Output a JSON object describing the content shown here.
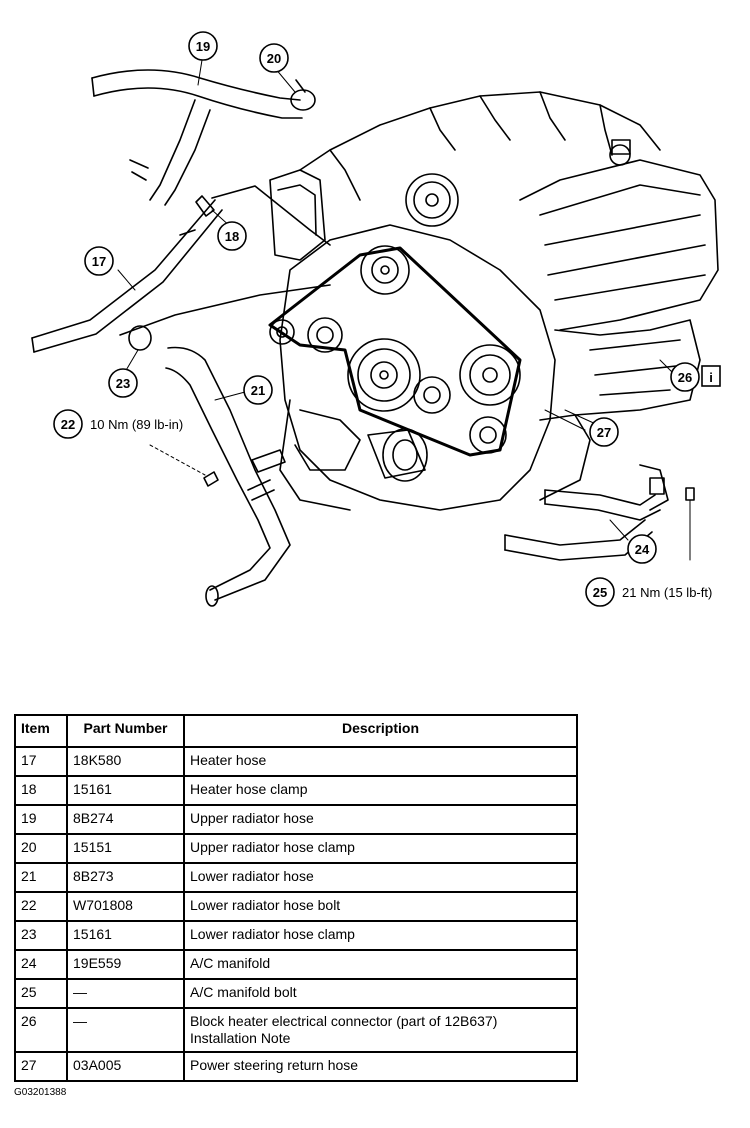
{
  "diagram": {
    "callouts": [
      {
        "id": "c17",
        "label": "17"
      },
      {
        "id": "c18",
        "label": "18"
      },
      {
        "id": "c19",
        "label": "19"
      },
      {
        "id": "c20",
        "label": "20"
      },
      {
        "id": "c21",
        "label": "21"
      },
      {
        "id": "c22",
        "label": "22"
      },
      {
        "id": "c23",
        "label": "23"
      },
      {
        "id": "c24",
        "label": "24"
      },
      {
        "id": "c25",
        "label": "25"
      },
      {
        "id": "c26",
        "label": "26"
      },
      {
        "id": "c27",
        "label": "27"
      }
    ],
    "torque_22": "10 Nm (89 lb-in)",
    "torque_25": "21 Nm (15 lb-ft)",
    "info_glyph": "i"
  },
  "table": {
    "headers": [
      "Item",
      "Part Number",
      "Description"
    ],
    "rows": [
      {
        "item": "17",
        "part": "18K580",
        "desc": "Heater hose"
      },
      {
        "item": "18",
        "part": "15161",
        "desc": "Heater hose clamp"
      },
      {
        "item": "19",
        "part": "8B274",
        "desc": "Upper radiator hose"
      },
      {
        "item": "20",
        "part": "15151",
        "desc": "Upper radiator hose clamp"
      },
      {
        "item": "21",
        "part": "8B273",
        "desc": "Lower radiator hose"
      },
      {
        "item": "22",
        "part": "W701808",
        "desc": "Lower radiator hose bolt"
      },
      {
        "item": "23",
        "part": "15161",
        "desc": "Lower radiator hose clamp"
      },
      {
        "item": "24",
        "part": "19E559",
        "desc": "A/C manifold"
      },
      {
        "item": "25",
        "part": "—",
        "desc": "A/C manifold bolt"
      },
      {
        "item": "26",
        "part": "—",
        "desc": "Block heater electrical connector (part of 12B637)",
        "note": "Installation Note"
      },
      {
        "item": "27",
        "part": "03A005",
        "desc": "Power steering return hose"
      }
    ]
  },
  "figure_id": "G03201388"
}
